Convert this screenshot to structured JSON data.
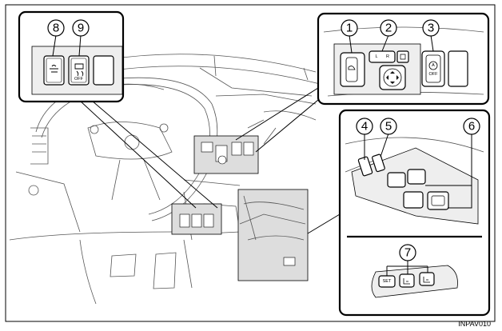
{
  "callouts": [
    "1",
    "2",
    "3",
    "4",
    "5",
    "6",
    "7",
    "8",
    "9"
  ],
  "switch_labels": {
    "mirror_left": "L",
    "mirror_right": "R",
    "auto_off": "OFF",
    "vsc_off": "OFF",
    "set": "SET"
  },
  "figure_code": "INPAV010"
}
